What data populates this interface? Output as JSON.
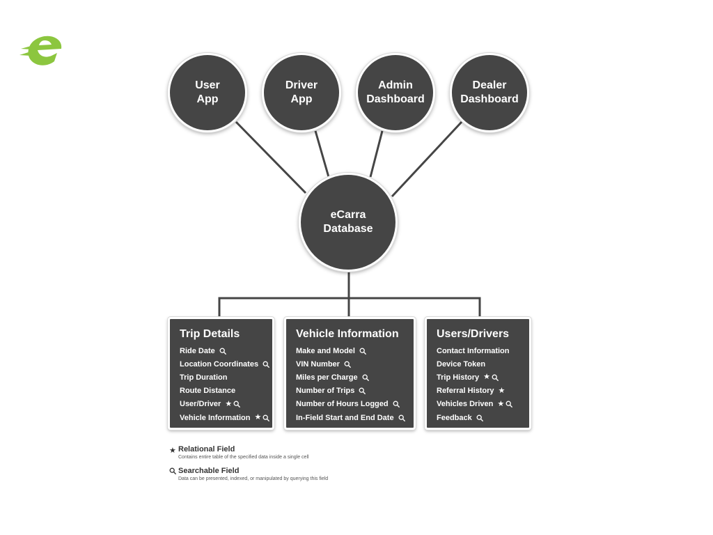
{
  "nodes": {
    "user_app": "User\nApp",
    "driver_app": "Driver\nApp",
    "admin_dashboard": "Admin\nDashboard",
    "dealer_dashboard": "Dealer\nDashboard",
    "database": "eCarra\nDatabase"
  },
  "tables": [
    {
      "title": "Trip Details",
      "fields": [
        {
          "label": "Ride Date",
          "relational": false,
          "searchable": true
        },
        {
          "label": "Location Coordinates",
          "relational": false,
          "searchable": true
        },
        {
          "label": "Trip Duration",
          "relational": false,
          "searchable": false
        },
        {
          "label": "Route Distance",
          "relational": false,
          "searchable": false
        },
        {
          "label": "User/Driver",
          "relational": true,
          "searchable": true
        },
        {
          "label": "Vehicle Information",
          "relational": true,
          "searchable": true
        }
      ]
    },
    {
      "title": "Vehicle Information",
      "fields": [
        {
          "label": "Make and Model",
          "relational": false,
          "searchable": true
        },
        {
          "label": "VIN Number",
          "relational": false,
          "searchable": true
        },
        {
          "label": "Miles per Charge",
          "relational": false,
          "searchable": true
        },
        {
          "label": "Number of Trips",
          "relational": false,
          "searchable": true
        },
        {
          "label": "Number of Hours Logged",
          "relational": false,
          "searchable": true
        },
        {
          "label": "In-Field Start and End Date",
          "relational": false,
          "searchable": true
        }
      ]
    },
    {
      "title": "Users/Drivers",
      "fields": [
        {
          "label": "Contact Information",
          "relational": false,
          "searchable": false
        },
        {
          "label": "Device Token",
          "relational": false,
          "searchable": false
        },
        {
          "label": "Trip History",
          "relational": true,
          "searchable": true
        },
        {
          "label": "Referral History",
          "relational": true,
          "searchable": false
        },
        {
          "label": "Vehicles Driven",
          "relational": true,
          "searchable": true
        },
        {
          "label": "Feedback",
          "relational": false,
          "searchable": true
        }
      ]
    }
  ],
  "legend": {
    "relational": {
      "icon": "star-icon",
      "title": "Relational Field",
      "description": "Contains entire table of the specified data inside a single cell"
    },
    "searchable": {
      "icon": "search-icon",
      "title": "Searchable Field",
      "description": "Data can be presented, indexed, or manipulated by querying this field"
    }
  },
  "colors": {
    "node_fill": "#454545",
    "connector": "#454545",
    "logo": "#8cc63f",
    "text_light": "#ffffff"
  }
}
